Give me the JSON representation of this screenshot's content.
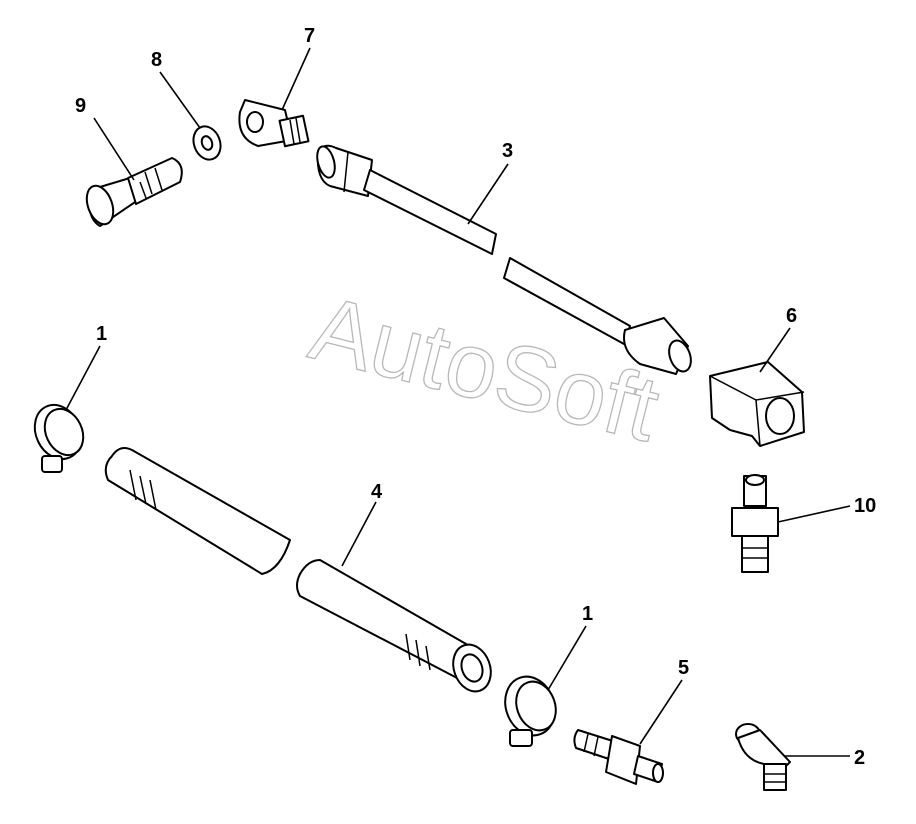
{
  "diagram": {
    "watermark": "AutoSoft",
    "parts": [
      {
        "id": "clamp-top-left",
        "label": "1"
      },
      {
        "id": "clamp-bottom",
        "label": "1"
      },
      {
        "id": "elbow-fitting",
        "label": "2"
      },
      {
        "id": "tube-assembly",
        "label": "3"
      },
      {
        "id": "hose",
        "label": "4"
      },
      {
        "id": "hose-nipple",
        "label": "5"
      },
      {
        "id": "block",
        "label": "6"
      },
      {
        "id": "eye-fitting",
        "label": "7"
      },
      {
        "id": "washer",
        "label": "8"
      },
      {
        "id": "banjo-bolt",
        "label": "9"
      },
      {
        "id": "adapter",
        "label": "10"
      }
    ]
  }
}
